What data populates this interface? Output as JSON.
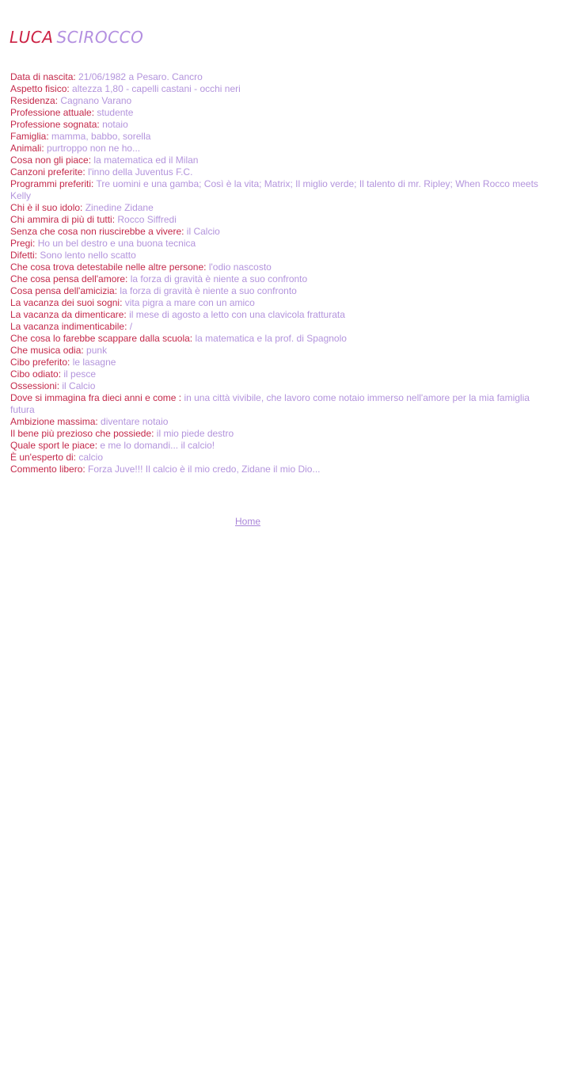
{
  "title": {
    "first": "LUCA",
    "last": "SCIROCCO"
  },
  "colors": {
    "label": "#c4284a",
    "value": "#b394dc",
    "title_first": "#cc2244",
    "title_last": "#b38fe0",
    "link": "#a985d8"
  },
  "profile": [
    {
      "label": "Data di nascita: ",
      "value": "21/06/1982 a Pesaro. Cancro"
    },
    {
      "label": "Aspetto fisico: ",
      "value": "altezza 1,80 - capelli castani - occhi neri"
    },
    {
      "label": "Residenza: ",
      "value": "Cagnano Varano"
    },
    {
      "label": "Professione attuale: ",
      "value": "studente"
    },
    {
      "label": "Professione sognata: ",
      "value": "notaio"
    },
    {
      "label": "Famiglia: ",
      "value": "mamma, babbo, sorella"
    },
    {
      "label": "Animali: ",
      "value": "purtroppo non ne ho..."
    },
    {
      "label": "Cosa non gli piace: ",
      "value": "la matematica ed il Milan"
    },
    {
      "label": "Canzoni preferite: ",
      "value": "l'inno della Juventus F.C."
    },
    {
      "label": "Programmi preferiti: ",
      "value": "Tre uomini e una gamba; Così è la vita; Matrix; Il miglio verde; Il talento di mr. Ripley; When Rocco meets Kelly"
    },
    {
      "label": "Chi è il suo idolo: ",
      "value": "Zinedine Zidane"
    },
    {
      "label": "Chi ammira di più di tutti: ",
      "value": "Rocco Siffredi"
    },
    {
      "label": "Senza che cosa non riuscirebbe a vivere: ",
      "value": " il Calcio"
    },
    {
      "label": "Pregi: ",
      "value": "Ho un bel destro e una buona tecnica"
    },
    {
      "label": "Difetti: ",
      "value": "Sono lento nello scatto"
    },
    {
      "label": "Che cosa trova detestabile nelle altre persone: ",
      "value": "l'odio nascosto"
    },
    {
      "label": "Che cosa pensa dell'amore: ",
      "value": "la forza di gravità è niente a suo confronto"
    },
    {
      "label": "Cosa pensa dell'amicizia: ",
      "value": "la forza di gravità è niente a suo confronto"
    },
    {
      "label": "La vacanza dei suoi sogni: ",
      "value": "vita pigra a mare con un amico"
    },
    {
      "label": "La vacanza da dimenticare: ",
      "value": "il mese di agosto a letto con una clavicola fratturata"
    },
    {
      "label": "La vacanza indimenticabile: ",
      "value": "/"
    },
    {
      "label": "Che cosa lo farebbe scappare dalla scuola: ",
      "value": "la matematica e la prof. di Spagnolo"
    },
    {
      "label": "Che musica odia: ",
      "value": "punk"
    },
    {
      "label": "Cibo preferito: ",
      "value": "le lasagne"
    },
    {
      "label": "Cibo odiato: ",
      "value": "il pesce"
    },
    {
      "label": "Ossessioni: ",
      "value": "il Calcio"
    },
    {
      "label": "Dove si immagina fra dieci anni e come : ",
      "value": " in una città vivibile, che lavoro come notaio immerso nell'amore per la mia famiglia futura"
    },
    {
      "label": "Ambizione massima: ",
      "value": "diventare notaio"
    },
    {
      "label": "Il bene più prezioso che possiede: ",
      "value": "il mio piede destro"
    },
    {
      "label": "Quale sport le piace: ",
      "value": "e me lo domandi... il calcio!"
    },
    {
      "label": "È un'esperto di: ",
      "value": "calcio"
    },
    {
      "label": "Commento libero: ",
      "value": " Forza Juve!!! Il calcio è il mio credo, Zidane il mio Dio..."
    }
  ],
  "footer": {
    "home_label": "Home"
  }
}
